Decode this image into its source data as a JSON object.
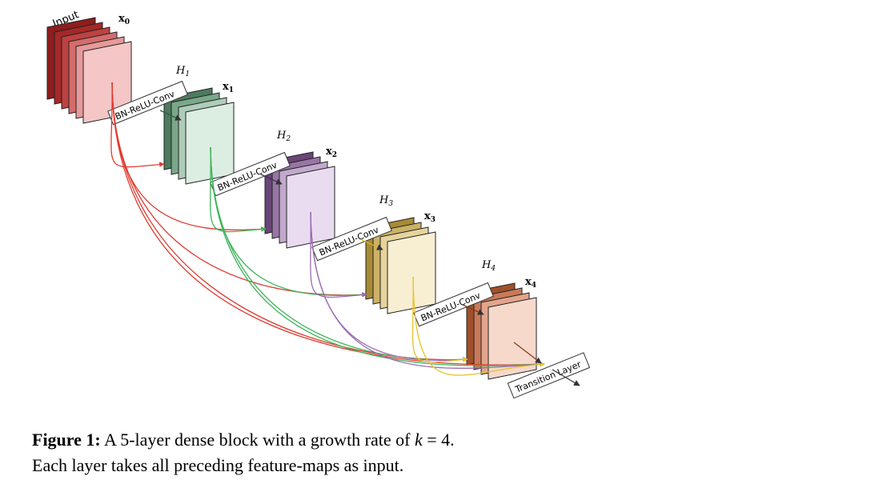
{
  "figure": {
    "input_label": "Input",
    "nodes": [
      {
        "x_label": "x",
        "x_sub": "0",
        "h_label": "",
        "h_sub": "",
        "layer_label": "",
        "colors": [
          "#8f1d1d",
          "#a62828",
          "#be4242",
          "#d46c6c",
          "#e69a9a",
          "#f4c6c6"
        ]
      },
      {
        "x_label": "x",
        "x_sub": "1",
        "h_label": "H",
        "h_sub": "1",
        "layer_label": "BN-ReLU-Conv",
        "colors": [
          "#4d7a5e",
          "#7aa78a",
          "#aecdb8",
          "#dceee2"
        ]
      },
      {
        "x_label": "x",
        "x_sub": "2",
        "h_label": "H",
        "h_sub": "2",
        "layer_label": "BN-ReLU-Conv",
        "colors": [
          "#6b4678",
          "#9776a5",
          "#c2a9cc",
          "#eadcf0"
        ]
      },
      {
        "x_label": "x",
        "x_sub": "3",
        "h_label": "H",
        "h_sub": "3",
        "layer_label": "BN-ReLU-Conv",
        "colors": [
          "#a88a36",
          "#cbb267",
          "#e6d49c",
          "#f8efd3"
        ]
      },
      {
        "x_label": "x",
        "x_sub": "4",
        "h_label": "H",
        "h_sub": "4",
        "layer_label": "BN-ReLU-Conv",
        "colors": [
          "#a0502b",
          "#c8795a",
          "#e3a48b",
          "#f6d9cb"
        ]
      }
    ],
    "transition_label": "Transition Layer",
    "arrow_colors": [
      "#e03a2f",
      "#3fb45a",
      "#9a6bb0",
      "#e8c22e"
    ]
  },
  "caption": {
    "figure_label": "Figure 1:",
    "text_before_k": "A 5-layer dense block with a growth rate of",
    "k_symbol": "k",
    "text_after_k": "= 4.",
    "line2": "Each layer takes all preceding feature-maps as input."
  }
}
